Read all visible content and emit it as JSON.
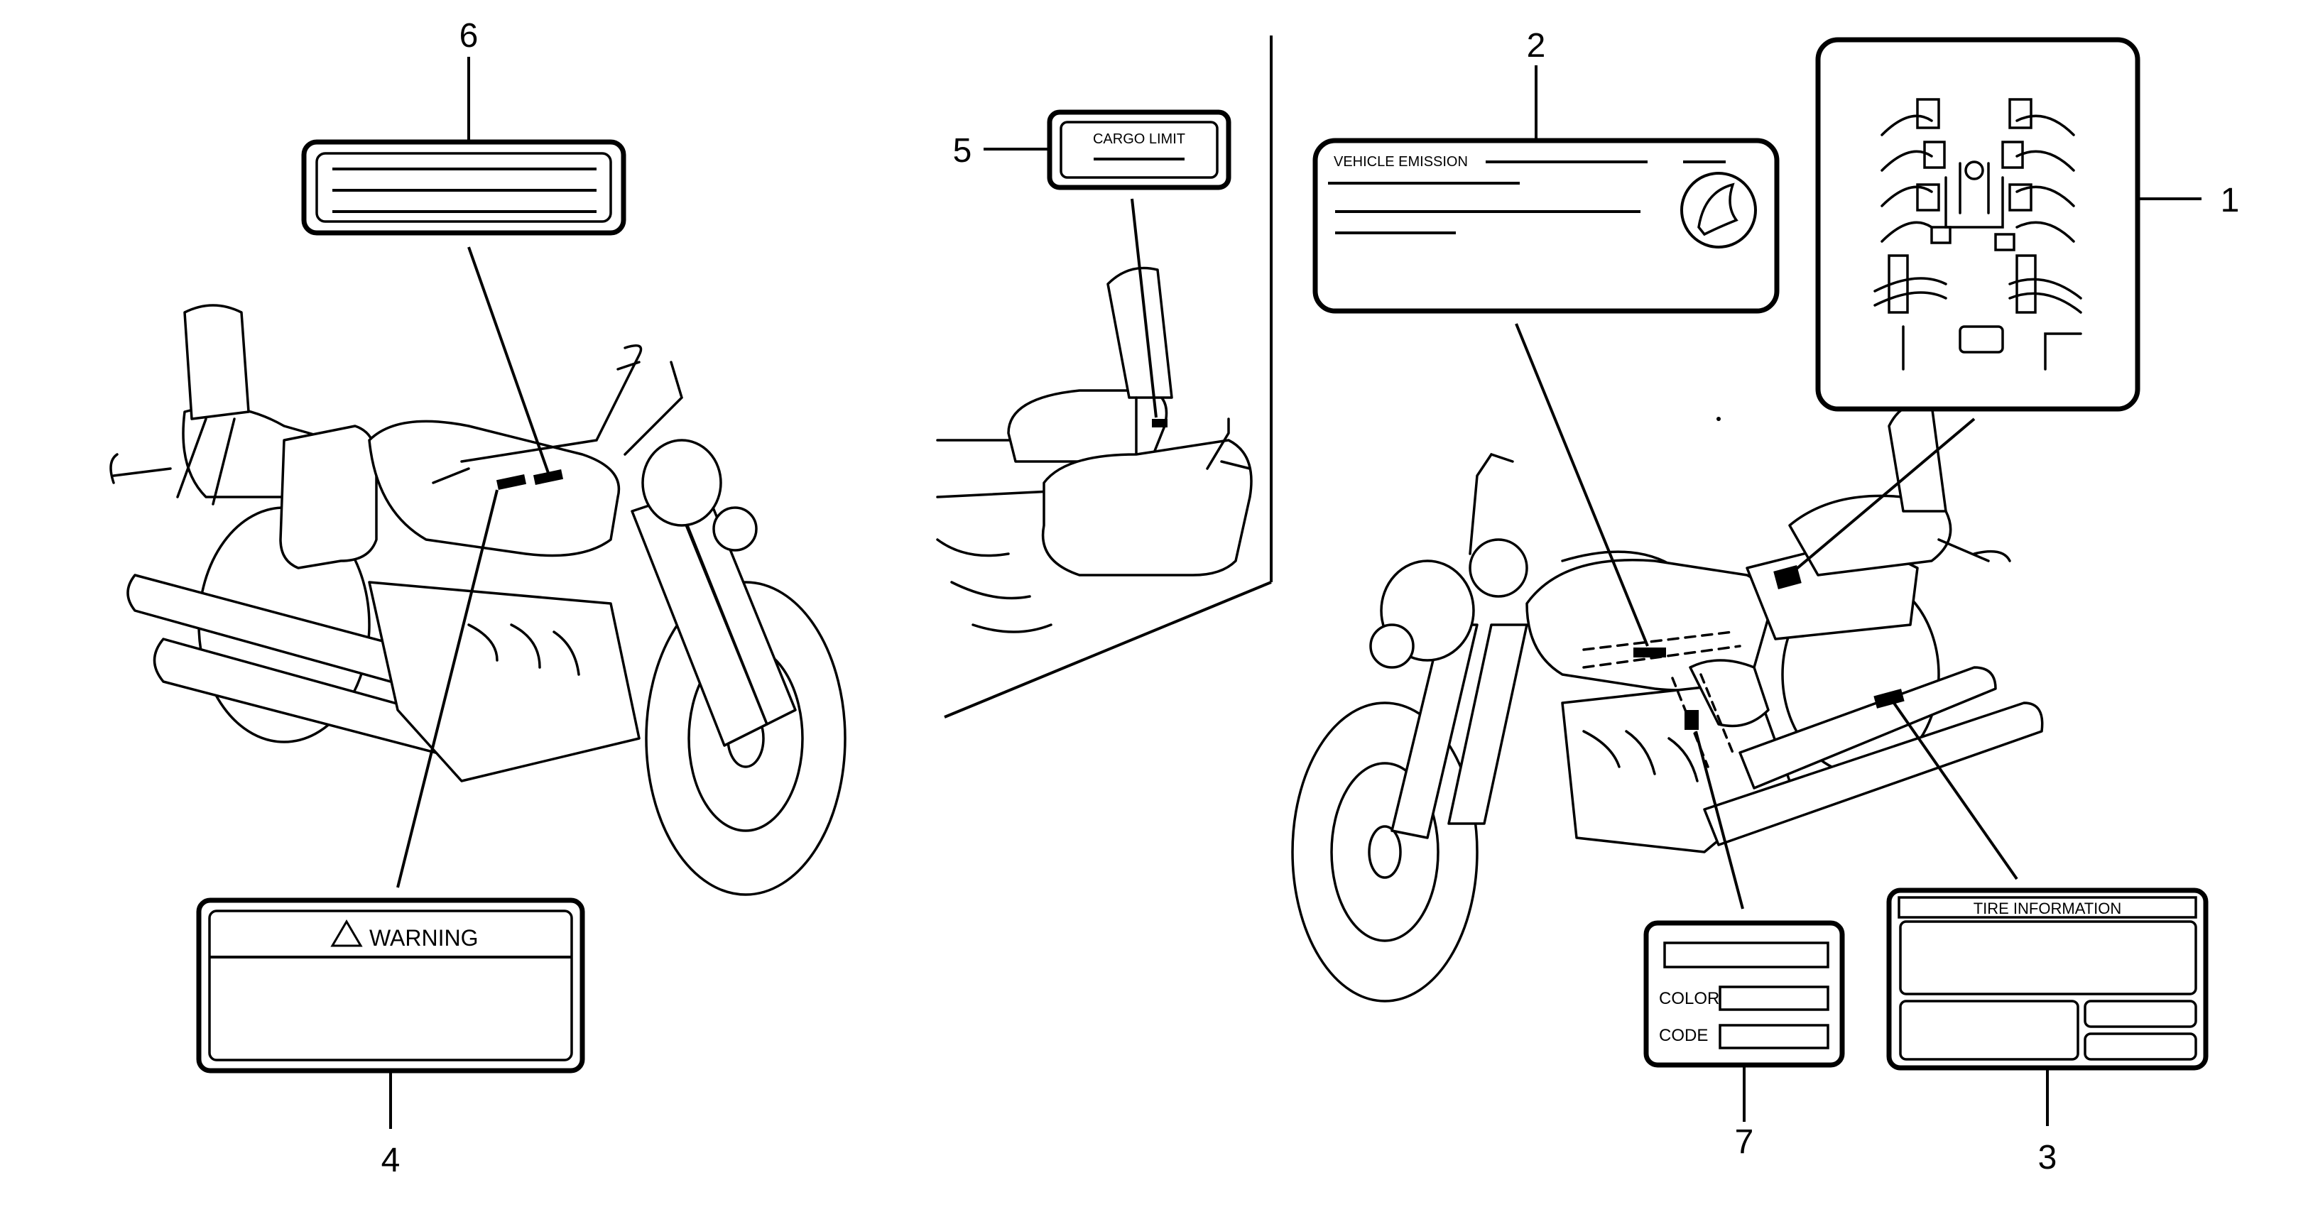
{
  "callouts": {
    "c1": "1",
    "c2": "2",
    "c3": "3",
    "c4": "4",
    "c5": "5",
    "c6": "6",
    "c7": "7"
  },
  "labels": {
    "warning": "WARNING",
    "cargo_limit": "CARGO LIMIT",
    "vehicle_emission": "VEHICLE EMISSION",
    "color": "COLOR",
    "code": "CODE",
    "tire_information": "TIRE INFORMATION"
  },
  "icons": {
    "warning_triangle": "warning-triangle-icon",
    "honda_wing": "wing-logo-icon"
  }
}
